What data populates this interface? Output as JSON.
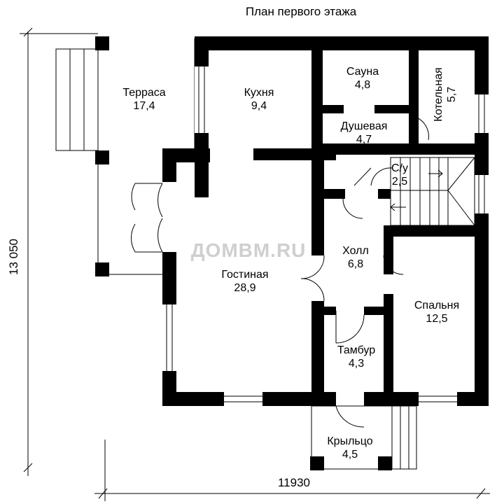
{
  "title": "План первого этажа",
  "watermark": "ДОМВМ.RU",
  "dimensions": {
    "width": "11930",
    "height": "13 050"
  },
  "rooms": {
    "terrace": {
      "name": "Терраса",
      "area": "17,4"
    },
    "kitchen": {
      "name": "Кухня",
      "area": "9,4"
    },
    "sauna": {
      "name": "Сауна",
      "area": "4,8"
    },
    "boiler": {
      "name": "Котельная",
      "area": "5,7"
    },
    "shower": {
      "name": "Душевая",
      "area": "4,7"
    },
    "wc": {
      "name": "С/у",
      "area": "2,5"
    },
    "living": {
      "name": "Гостиная",
      "area": "28,9"
    },
    "hall": {
      "name": "Холл",
      "area": "6,8"
    },
    "bedroom": {
      "name": "Спальня",
      "area": "12,5"
    },
    "vestibule": {
      "name": "Тамбур",
      "area": "4,3"
    },
    "porch": {
      "name": "Крыльцо",
      "area": "4,5"
    }
  },
  "colors": {
    "wall": "#000000",
    "background": "#ffffff",
    "watermark": "#cfcfcf"
  }
}
